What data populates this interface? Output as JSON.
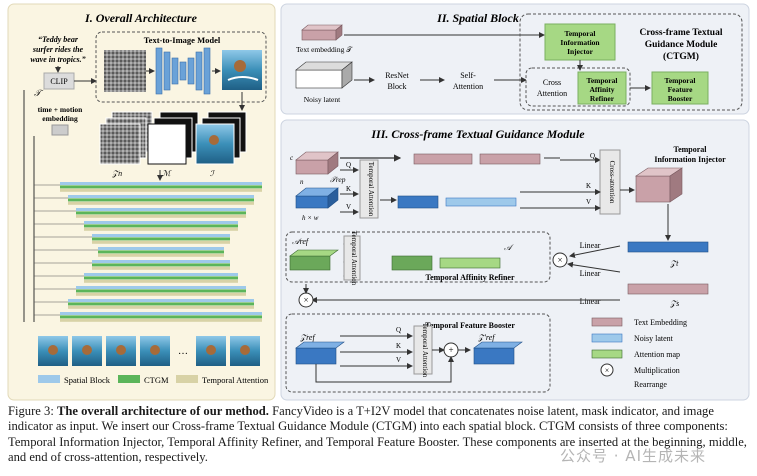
{
  "fig1": {
    "title": "I. Overall Architecture",
    "prompt": "“Teddy bear surfer rides the wave in tropics.”",
    "clip_label": "CLIP",
    "t_symbol": "𝒯",
    "t2i_label": "Text-to-Image Model",
    "embed_label": "time + motion embedding",
    "zn": "𝒵n",
    "m": "ℳ",
    "i": "ℐ",
    "ellipsis": "…"
  },
  "fig2": {
    "title": "II. Spatial Block",
    "text_emb": "Text embedding 𝒯",
    "noisy_latent": "Noisy latent",
    "resnet": "ResNet Block",
    "self_attn": "Self-Attention",
    "tii": "Temporal Information Injector",
    "ctgm_title": "Cross-frame Textual Guidance Module (CTGM)",
    "cross_attn": "Cross Attention",
    "tar": "Temporal Affinity Refiner",
    "tfb": "Temporal Feature Booster"
  },
  "fig3": {
    "title": "III. Cross-frame Textual Guidance Module",
    "c": "c",
    "n": "n",
    "t_rep": "𝒯rep",
    "hxw": "h × w",
    "q": "Q",
    "k": "K",
    "v": "V",
    "temporal_attention": "Temporal Attention",
    "cross_attention": "Cross-attention",
    "tii": "Temporal Information Injector",
    "a_ref": "𝒜ref",
    "a": "𝒜",
    "tar": "Temporal Affinity Refiner",
    "linear": "Linear",
    "z_t": "𝒵t",
    "z_s": "𝒵s",
    "tfb": "Temporal Feature Booster",
    "z_ref": "𝒵ref",
    "z_ref_prime": "𝒵′ref",
    "legend": {
      "text_embedding": "Text Embedding",
      "noisy_latent": "Noisy latent",
      "attention_map": "Attention map",
      "multiplication": "Multiplication",
      "rearrange": "Rearrange"
    }
  },
  "legend_bottom": {
    "spatial_block": "Spatial Block",
    "ctgm": "CTGM",
    "temporal_attention": "Temporal Attention"
  },
  "caption": {
    "label": "Figure 3:",
    "bold": "The overall architecture of our method.",
    "text": " FancyVideo is a T+I2V model that concatenates noise latent, mask indicator, and image indicator as input. We insert our Cross-frame Textual Guidance Module (CTGM) into each spatial block. CTGM consists of three components: Temporal Information Injector, Temporal Affinity Refiner, and Temporal Feature Booster. These components are inserted at the beginning, middle, and end of cross-attention, respectively."
  },
  "watermark": "公众号 · AI生成未来",
  "colors": {
    "panel1_bg": "#faf5e2",
    "panel_bg": "#eef1f6",
    "spatial_block": "#9ec9ea",
    "ctgm": "#5bb55a",
    "temporal_attention": "#d8d2a6",
    "green_box": "#a6d884",
    "blue_cube": "#3a78c2",
    "green_cube": "#6ba85a",
    "pink_cube": "#c9a1a8"
  }
}
